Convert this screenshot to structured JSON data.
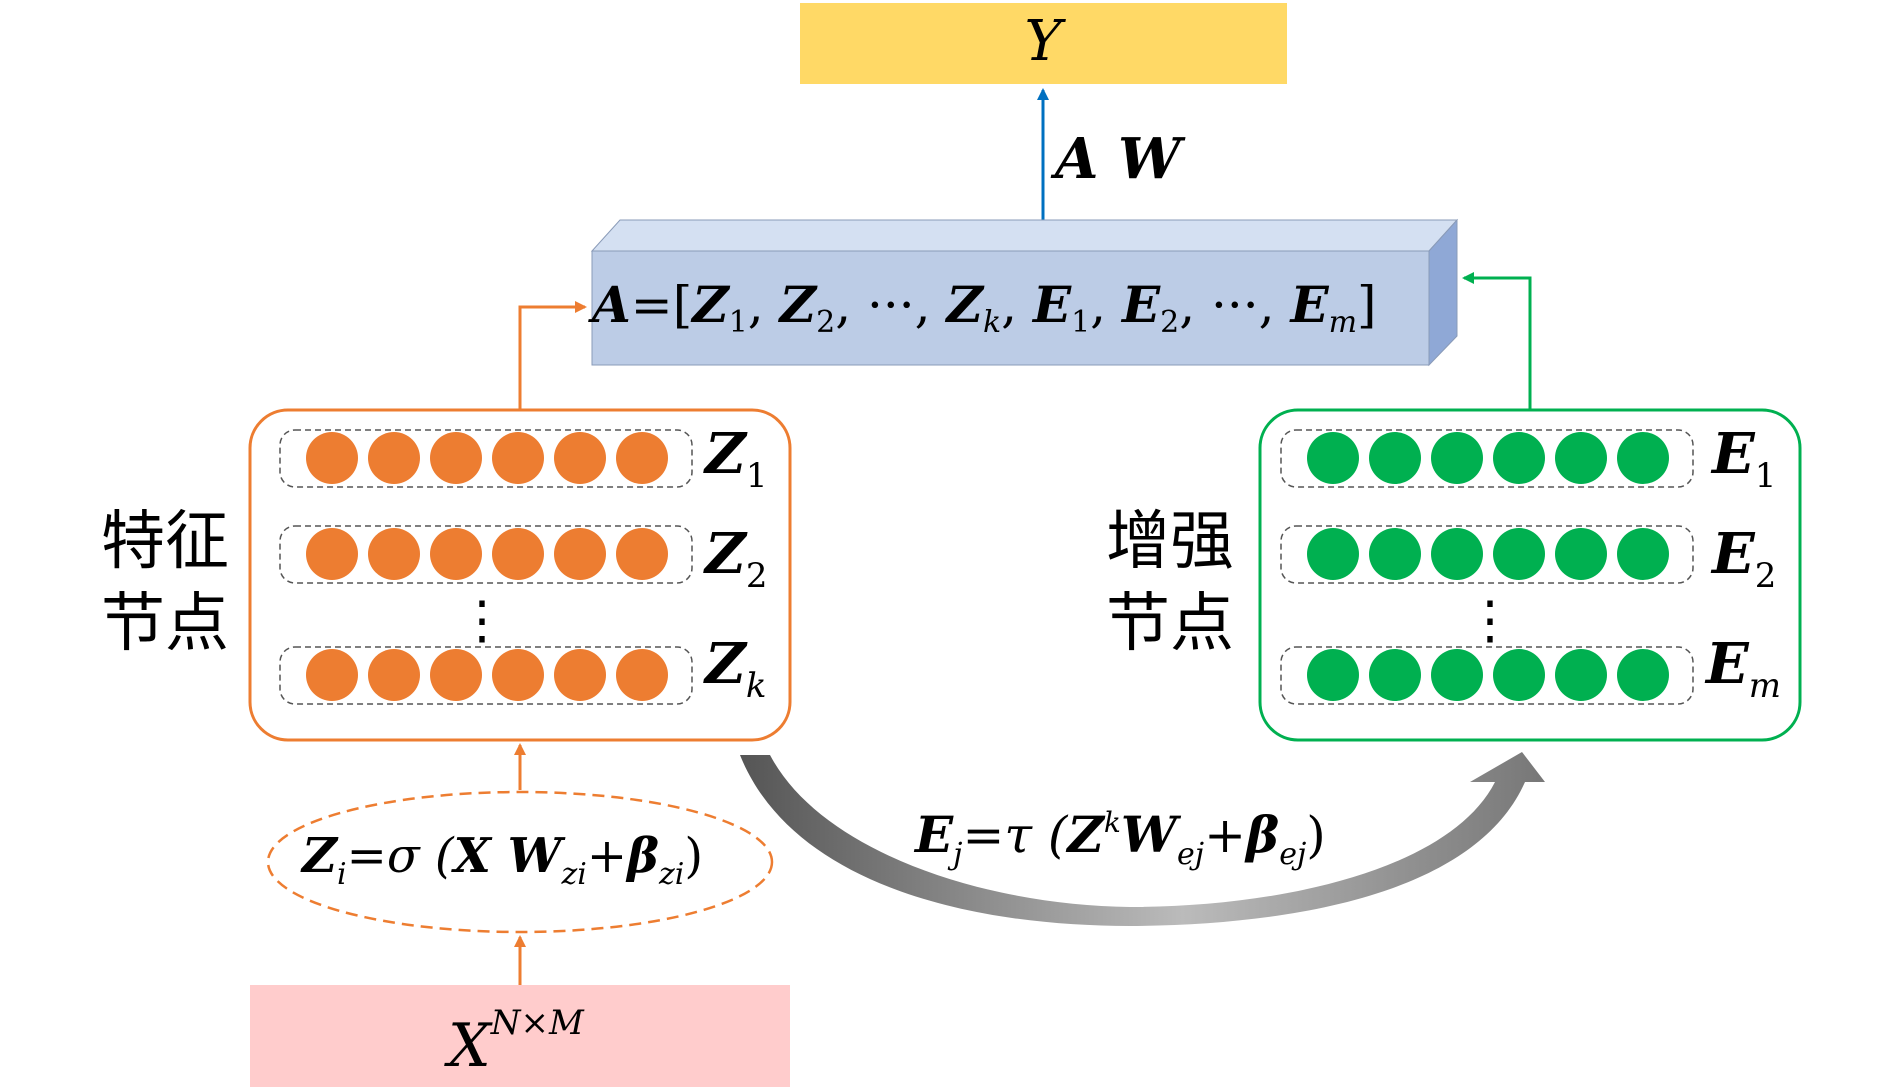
{
  "colors": {
    "output_box": "#FFD966",
    "input_box": "#FFCCCC",
    "concat_front": "#BCCCE6",
    "concat_top": "#D4E0F2",
    "concat_side": "#8FA8D6",
    "feature_stroke": "#ED7D31",
    "feature_node": "#ED7D31",
    "enhance_stroke": "#00B050",
    "enhance_node": "#00B050",
    "output_arrow": "#0070C0",
    "curve_arrow": "#808080",
    "text": "#000000"
  },
  "output": {
    "label": "Y"
  },
  "output_weight": {
    "bold": "A W"
  },
  "concat": {
    "A": "A",
    "eq": "=[",
    "z1": "Z",
    "z1_sub": "1",
    "sep1": ", ",
    "z2": "Z",
    "z2_sub": "2",
    "sep2": ", ",
    "dots1": "···",
    "sep3": ", ",
    "zk": "Z",
    "zk_sub": "k",
    "sep4": ", ",
    "e1": "E",
    "e1_sub": "1",
    "sep5": ", ",
    "e2": "E",
    "e2_sub": "2",
    "sep6": ", ",
    "dots2": "···",
    "sep7": ", ",
    "em": "E",
    "em_sub": "m",
    "close": "]"
  },
  "feature_group": {
    "label_line1": "特征",
    "label_line2": "节点",
    "rows": [
      {
        "name": "Z",
        "sub": "1"
      },
      {
        "name": "Z",
        "sub": "2"
      },
      {
        "name": "Z",
        "sub": "k"
      }
    ],
    "vdots": "⋮"
  },
  "enhance_group": {
    "label_line1": "增强",
    "label_line2": "节点",
    "rows": [
      {
        "name": "E",
        "sub": "1"
      },
      {
        "name": "E",
        "sub": "2"
      },
      {
        "name": "E",
        "sub": "m"
      }
    ],
    "vdots": "⋮"
  },
  "feature_formula": {
    "z": "Z",
    "z_sub": "i",
    "eq": "=σ (",
    "xw": "X W",
    "w_sub": "zi",
    "plus": "+",
    "beta": "β",
    "beta_sub": "zi",
    "close": ")"
  },
  "enhance_formula": {
    "e": "E",
    "e_sub": "j",
    "eq": "=τ (",
    "z": "Z",
    "z_sup": "k",
    "w": "W",
    "w_sub": "ej",
    "plus": "+",
    "beta": "β",
    "beta_sub": "ej",
    "close": ")"
  },
  "input": {
    "x": "X",
    "sup": "N×M"
  }
}
